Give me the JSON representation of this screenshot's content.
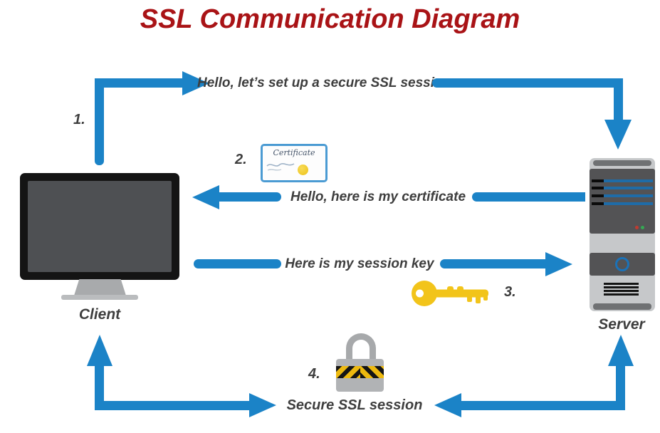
{
  "title": {
    "text": "SSL Communication Diagram"
  },
  "palette": {
    "arrow_blue": "#1B83C7",
    "title_red": "#A91316",
    "label_gray": "#3E3E3E",
    "key_gold": "#F2C41A",
    "cert_border_blue": "#4B9BD3",
    "seal_yellow": "#F0C929",
    "hazard_yellow": "#EDB90F",
    "lock_gray": "#B1B3B5"
  },
  "nodes": {
    "client": {
      "label": "Client",
      "icon": "desktop-monitor-icon"
    },
    "server": {
      "label": "Server",
      "icon": "server-tower-icon"
    }
  },
  "steps": [
    {
      "number": "1.",
      "message": "Hello, let’s set up a secure SSL session",
      "from": "Client",
      "to": "Server",
      "icon": null
    },
    {
      "number": "2.",
      "message": "Hello, here is my certificate",
      "from": "Server",
      "to": "Client",
      "icon": "certificate-icon",
      "icon_text": "Certificate"
    },
    {
      "number": "3.",
      "message": "Here is my session key",
      "from": "Client",
      "to": "Server",
      "icon": "key-icon"
    },
    {
      "number": "4.",
      "message": "Secure SSL session",
      "from": "Client",
      "to": "Server",
      "bidirectional": true,
      "icon": "padlock-icon"
    }
  ]
}
